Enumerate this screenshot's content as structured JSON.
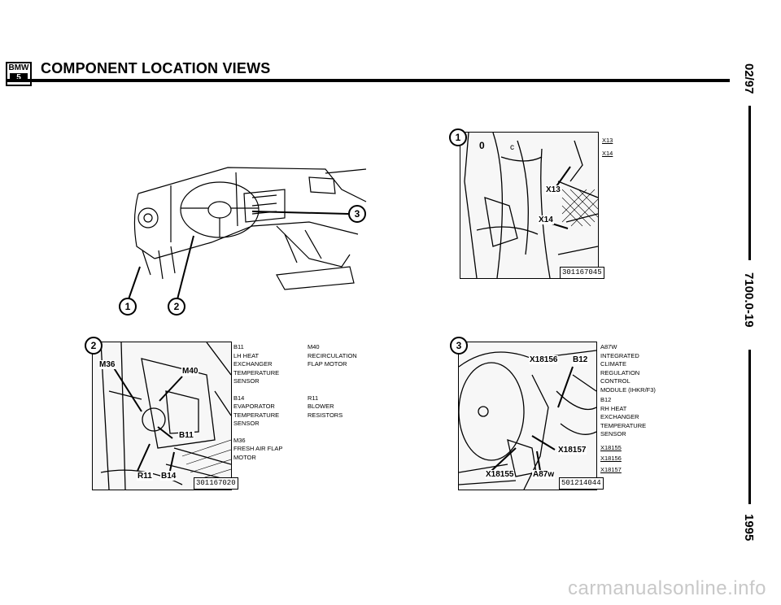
{
  "header": {
    "logo_top": "BMW",
    "logo_bottom": "5",
    "title": "COMPONENT LOCATION VIEWS"
  },
  "side": {
    "date": "02/97",
    "section": "7100.0-19",
    "year": "1995"
  },
  "overview": {
    "callouts": [
      "1",
      "2",
      "3"
    ]
  },
  "panel1": {
    "callout": "1",
    "labels": [
      "X13",
      "X14"
    ],
    "legend": [
      "X13",
      "X14"
    ],
    "code": "301167045",
    "marks": [
      "0",
      "c"
    ]
  },
  "panel2": {
    "callout": "2",
    "labels": [
      "M36",
      "M40",
      "B11",
      "R11",
      "B14"
    ],
    "code": "301167020",
    "legend_left": [
      "B11\nLH HEAT\nEXCHANGER\nTEMPERATURE\nSENSOR",
      "B14\nEVAPORATOR\nTEMPERATURE\nSENSOR",
      "M36\nFRESH AIR FLAP\nMOTOR"
    ],
    "legend_right": [
      "M40\nRECIRCULATION\nFLAP MOTOR",
      "R11\nBLOWER\nRESISTORS"
    ]
  },
  "panel3": {
    "callout": "3",
    "labels": [
      "X18156",
      "B12",
      "X18157",
      "X18155",
      "A87w"
    ],
    "code": "501214044",
    "legend_main": [
      "A87w\nINTEGRATED\nCLIMATE\nREGULATION\nCONTROL\nMODULE (IHKR/F3)",
      "B12\nRH HEAT\nEXCHANGER\nTEMPERATURE\nSENSOR"
    ],
    "legend_connectors": [
      "X18155",
      "X18156",
      "X18157"
    ]
  },
  "watermark": "carmanualsonline.info"
}
